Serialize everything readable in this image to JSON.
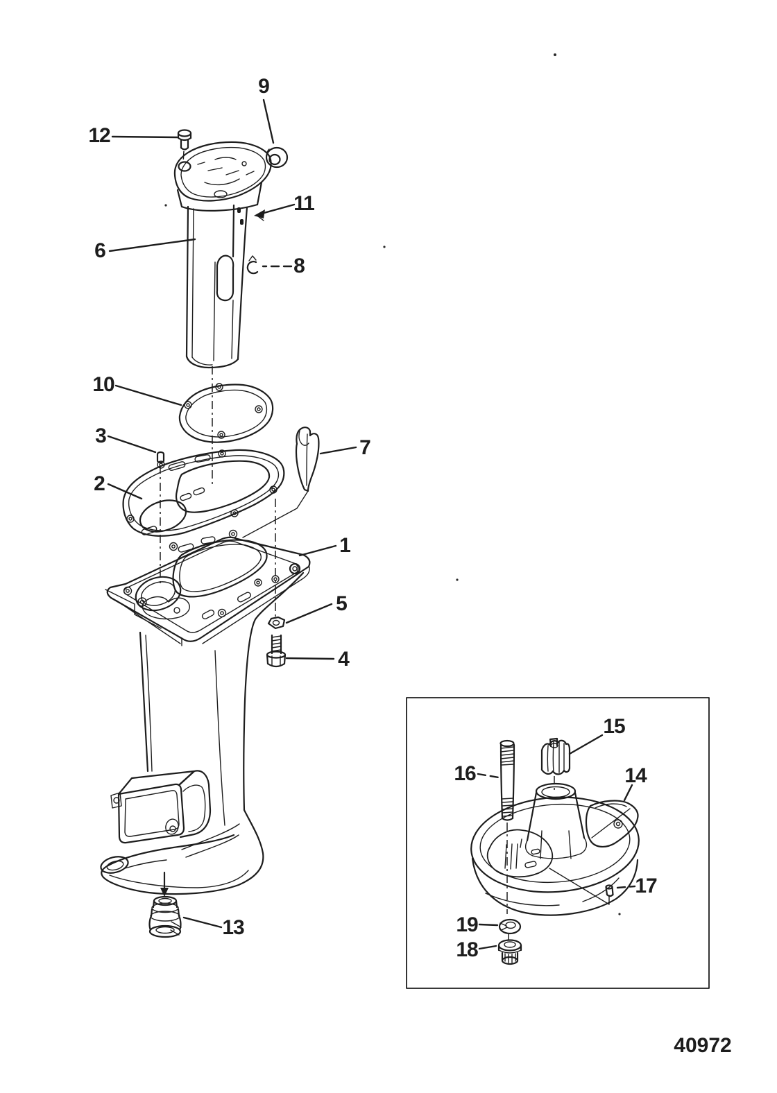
{
  "figure": {
    "drawing_number": "40972"
  },
  "callouts": {
    "c1": "1",
    "c2": "2",
    "c3": "3",
    "c4": "4",
    "c5": "5",
    "c6": "6",
    "c7": "7",
    "c8": "8",
    "c9": "9",
    "c10": "10",
    "c11": "11",
    "c12": "12",
    "c13": "13",
    "c14": "14",
    "c15": "15",
    "c16": "16",
    "c17": "17",
    "c18": "18",
    "c19": "19"
  }
}
